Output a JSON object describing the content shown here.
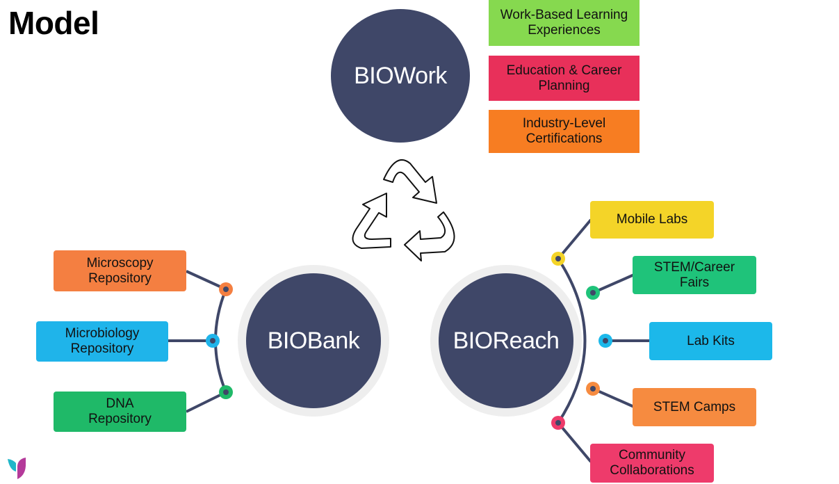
{
  "title": "Model",
  "nodes": {
    "biowork": "BIOWork",
    "biobank": "BIOBank",
    "bioreach": "BIOReach"
  },
  "biowork_items": [
    {
      "label": "Work-Based Learning\nExperiences",
      "color": "#86d94f"
    },
    {
      "label": "Education & Career\nPlanning",
      "color": "#e8305a"
    },
    {
      "label": "Industry-Level\nCertifications",
      "color": "#f77d22"
    }
  ],
  "biobank_items": [
    {
      "label": "Microscopy\nRepository",
      "color": "#f47f41"
    },
    {
      "label": "Microbiology\nRepository",
      "color": "#1fb4ea"
    },
    {
      "label": "DNA\nRepository",
      "color": "#1fb968"
    }
  ],
  "bioreach_items": [
    {
      "label": "Mobile Labs",
      "color": "#f4d428"
    },
    {
      "label": "STEM/Career\nFairs",
      "color": "#1fc37a"
    },
    {
      "label": "Lab Kits",
      "color": "#1cb8ea"
    },
    {
      "label": "STEM Camps",
      "color": "#f68b40"
    },
    {
      "label": "Community\nCollaborations",
      "color": "#ee3b6b"
    }
  ],
  "icons": [
    "recycle-arrows-icon",
    "logo-icon"
  ]
}
